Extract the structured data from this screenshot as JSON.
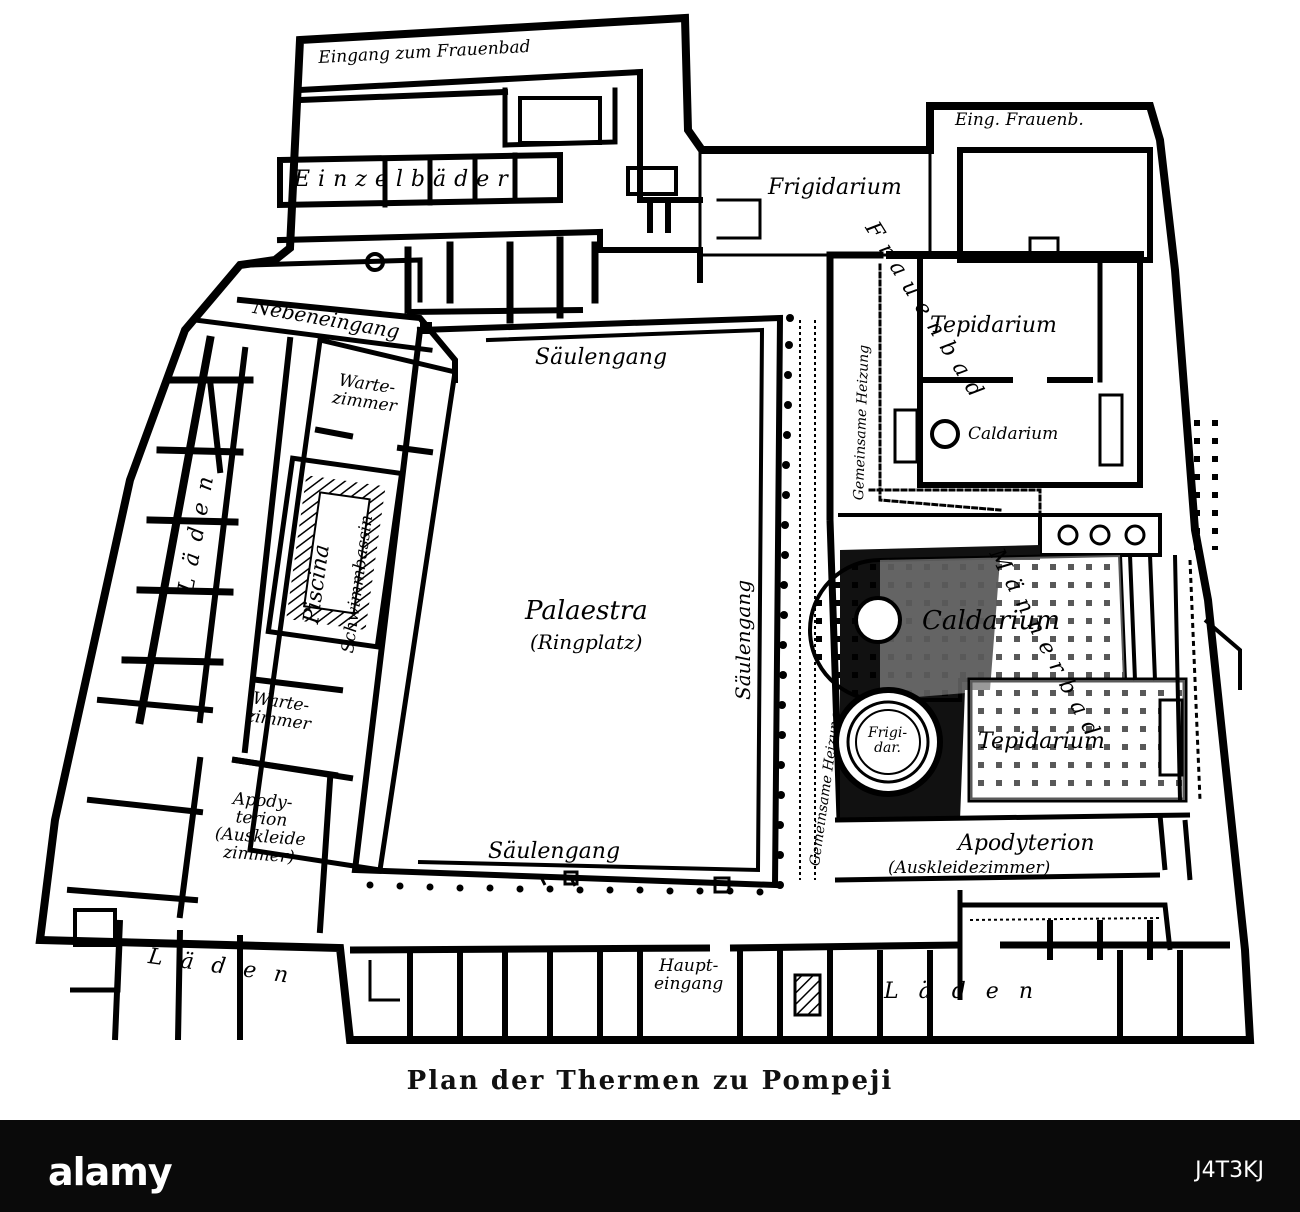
{
  "plan": {
    "caption": "Plan der Thermen zu Pompeji",
    "labels": {
      "eingang_frauenbad": "Eingang zum Frauenbad",
      "einzelbaeder": "Einzelbäder",
      "eing_frauenb": "Eing. Frauenb.",
      "frigidarium_top": "Frigidarium",
      "frauenbad": "Frauenbad",
      "tepidarium_top": "Tepidarium",
      "caldarium_top": "Caldarium",
      "nebeneingang": "Nebeneingang",
      "saeulengang_top": "Säulengang",
      "saeulengang_right": "Säulengang",
      "saeulengang_bottom": "Säulengang",
      "gemeinsame_heizung": "Gemeinsame Heizung",
      "wartezimmer_top_1": "Warte-",
      "wartezimmer_top_2": "zimmer",
      "wartezimmer_bot_1": "Warte-",
      "wartezimmer_bot_2": "zimmer",
      "laeden_left": "Läden",
      "piscina": "Piscina",
      "schwimmbassin": "Schwimmbassin",
      "palaestra": "Palaestra",
      "ringplatz": "(Ringplatz)",
      "caldarium_men": "Caldarium",
      "maennerbad": "Männerbad",
      "frigidarium_men_1": "Frigi-",
      "frigidarium_men_2": "dar.",
      "tepidarium_men": "Tepidarium",
      "apodyterion_left_1": "Apody-",
      "apodyterion_left_2": "terion",
      "apodyterion_left_3": "(Auskleide",
      "apodyterion_left_4": "zimmer)",
      "apodyterion_right": "Apodyterion",
      "auskleidezimmer_right": "(Auskleidezimmer)",
      "laeden_bottom_left": "Läden",
      "haupteingang_1": "Haupt-",
      "haupteingang_2": "eingang",
      "laeden_bottom_right": "Läden"
    }
  },
  "footer": {
    "logo": "alamy",
    "image_id": "J4T3KJ"
  }
}
